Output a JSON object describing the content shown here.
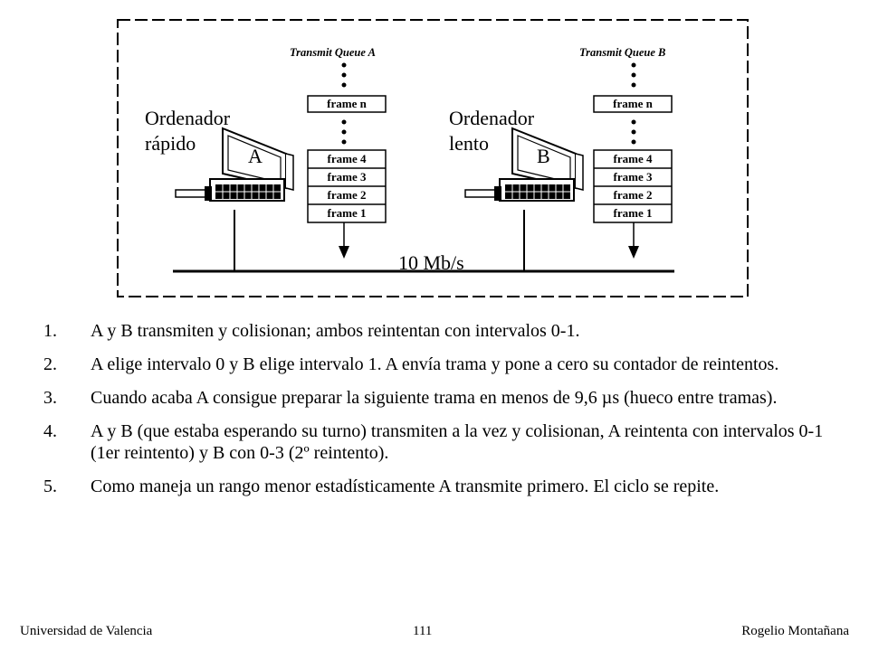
{
  "diagram": {
    "queue_a_title": "Transmit Queue A",
    "queue_b_title": "Transmit Queue B",
    "computer_a_label": "A",
    "computer_b_label": "B",
    "fast_label_line1": "Ordenador",
    "fast_label_line2": "rápido",
    "slow_label_line1": "Ordenador",
    "slow_label_line2": "lento",
    "frames_top": "frame n",
    "frames": [
      "frame 4",
      "frame 3",
      "frame 2",
      "frame 1"
    ],
    "bus_speed": "10 Mb/s"
  },
  "steps": [
    {
      "num": "1.",
      "text": "A y B transmiten y colisionan; ambos reintentan con intervalos 0-1."
    },
    {
      "num": "2.",
      "text": "A elige intervalo 0 y B elige intervalo 1. A envía trama y pone a cero su contador de reintentos."
    },
    {
      "num": "3.",
      "text": "Cuando acaba A consigue preparar la siguiente trama en menos de 9,6 µs (hueco entre tramas)."
    },
    {
      "num": "4.",
      "text": "A y B (que estaba esperando su turno) transmiten a la vez y colisionan, A reintenta con intervalos 0-1 (1er reintento)  y B con 0-3 (2º reintento)."
    },
    {
      "num": "5.",
      "text": "Como maneja un rango menor estadísticamente A transmite primero. El ciclo se repite."
    }
  ],
  "footer": {
    "left": "Universidad de Valencia",
    "center": "111",
    "right": "Rogelio Montañana"
  }
}
